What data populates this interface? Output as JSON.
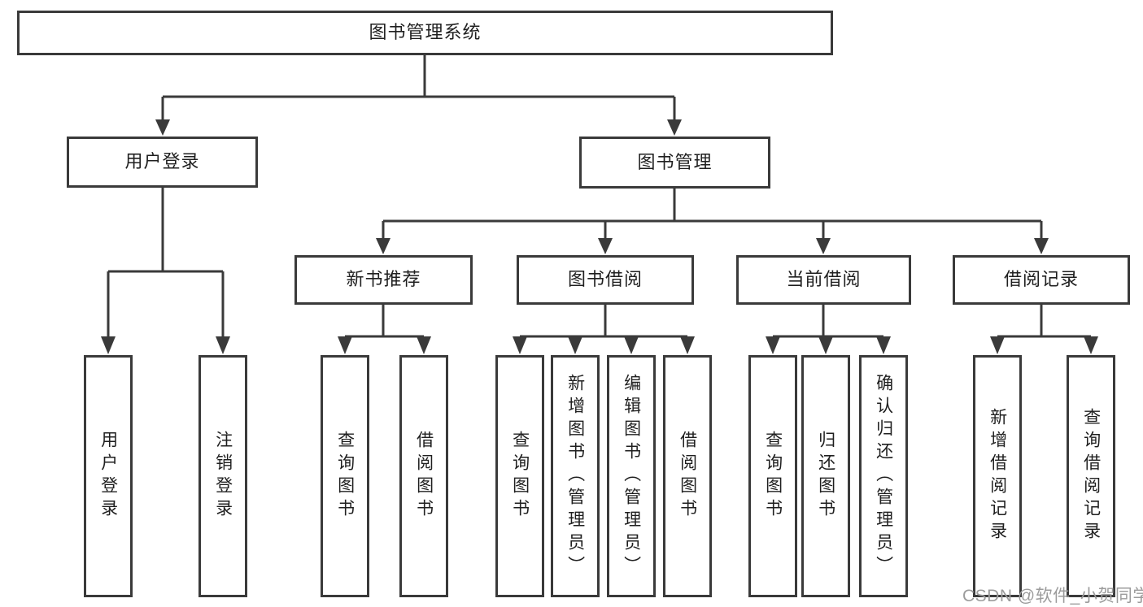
{
  "diagram_title": "图书管理系统",
  "nodes": {
    "root": {
      "label": "图书管理系统"
    },
    "user_login": {
      "label": "用户登录"
    },
    "book_mgmt": {
      "label": "图书管理"
    },
    "new_book_rec": {
      "label": "新书推荐"
    },
    "book_borrow": {
      "label": "图书借阅"
    },
    "current_borrow": {
      "label": "当前借阅"
    },
    "borrow_record": {
      "label": "借阅记录"
    },
    "leaf_user_login": {
      "label": "用户登录"
    },
    "leaf_logout": {
      "label": "注销登录"
    },
    "rec_query_book": {
      "label": "查询图书"
    },
    "rec_borrow_book": {
      "label": "借阅图书"
    },
    "bb_query_book": {
      "label": "查询图书"
    },
    "bb_add_book": {
      "label": "新增图书（管理员）"
    },
    "bb_edit_book": {
      "label": "编辑图书（管理员）"
    },
    "bb_borrow_book": {
      "label": "借阅图书"
    },
    "cb_query_book": {
      "label": "查询图书"
    },
    "cb_return_book": {
      "label": "归还图书"
    },
    "cb_confirm_return": {
      "label": "确认归还（管理员）"
    },
    "br_add_record": {
      "label": "新增借阅记录"
    },
    "br_query_record": {
      "label": "查询借阅记录"
    }
  },
  "edges": [
    [
      "root",
      "user_login"
    ],
    [
      "root",
      "book_mgmt"
    ],
    [
      "user_login",
      "leaf_user_login"
    ],
    [
      "user_login",
      "leaf_logout"
    ],
    [
      "book_mgmt",
      "new_book_rec"
    ],
    [
      "book_mgmt",
      "book_borrow"
    ],
    [
      "book_mgmt",
      "current_borrow"
    ],
    [
      "book_mgmt",
      "borrow_record"
    ],
    [
      "new_book_rec",
      "rec_query_book"
    ],
    [
      "new_book_rec",
      "rec_borrow_book"
    ],
    [
      "book_borrow",
      "bb_query_book"
    ],
    [
      "book_borrow",
      "bb_add_book"
    ],
    [
      "book_borrow",
      "bb_edit_book"
    ],
    [
      "book_borrow",
      "bb_borrow_book"
    ],
    [
      "current_borrow",
      "cb_query_book"
    ],
    [
      "current_borrow",
      "cb_return_book"
    ],
    [
      "current_borrow",
      "cb_confirm_return"
    ],
    [
      "borrow_record",
      "br_add_record"
    ],
    [
      "borrow_record",
      "br_query_record"
    ]
  ],
  "watermark": {
    "text": "CSDN @软件_小贺同学",
    "color": "#9c9c9c"
  },
  "colors": {
    "line": "#3a3a3a",
    "box_border": "#3a3a3a",
    "box_fill": "#ffffff",
    "text": "#1f1f1f",
    "background": "#ffffff"
  }
}
